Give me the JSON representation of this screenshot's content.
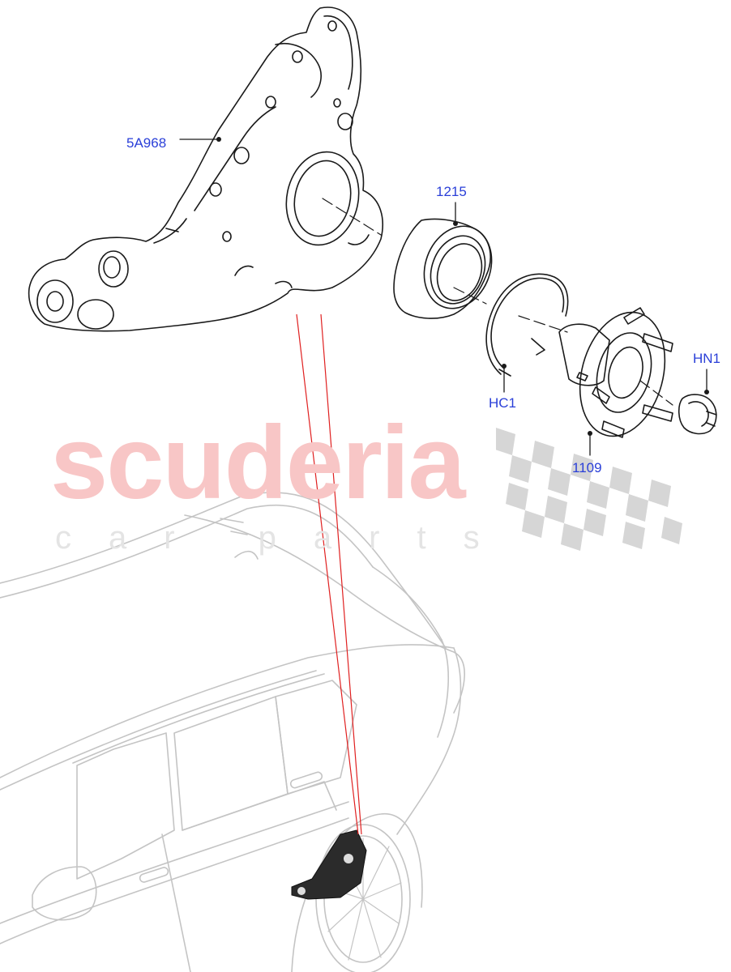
{
  "watermark": {
    "brand": "scuderia",
    "tagline": "car parts"
  },
  "callouts": [
    {
      "id": "knuckle",
      "label": "5A968"
    },
    {
      "id": "bearing",
      "label": "1215"
    },
    {
      "id": "circlip",
      "label": "HC1"
    },
    {
      "id": "hub",
      "label": "1109"
    },
    {
      "id": "nut",
      "label": "HN1"
    }
  ],
  "colors": {
    "callout_text": "#2a3fd8",
    "line_art": "#1a1a1a",
    "vehicle_outline": "#bdbdbd",
    "pointer_lines": "#e02020",
    "watermark_brand": "#f8c6c6",
    "watermark_checker": "#d6d6d6"
  }
}
